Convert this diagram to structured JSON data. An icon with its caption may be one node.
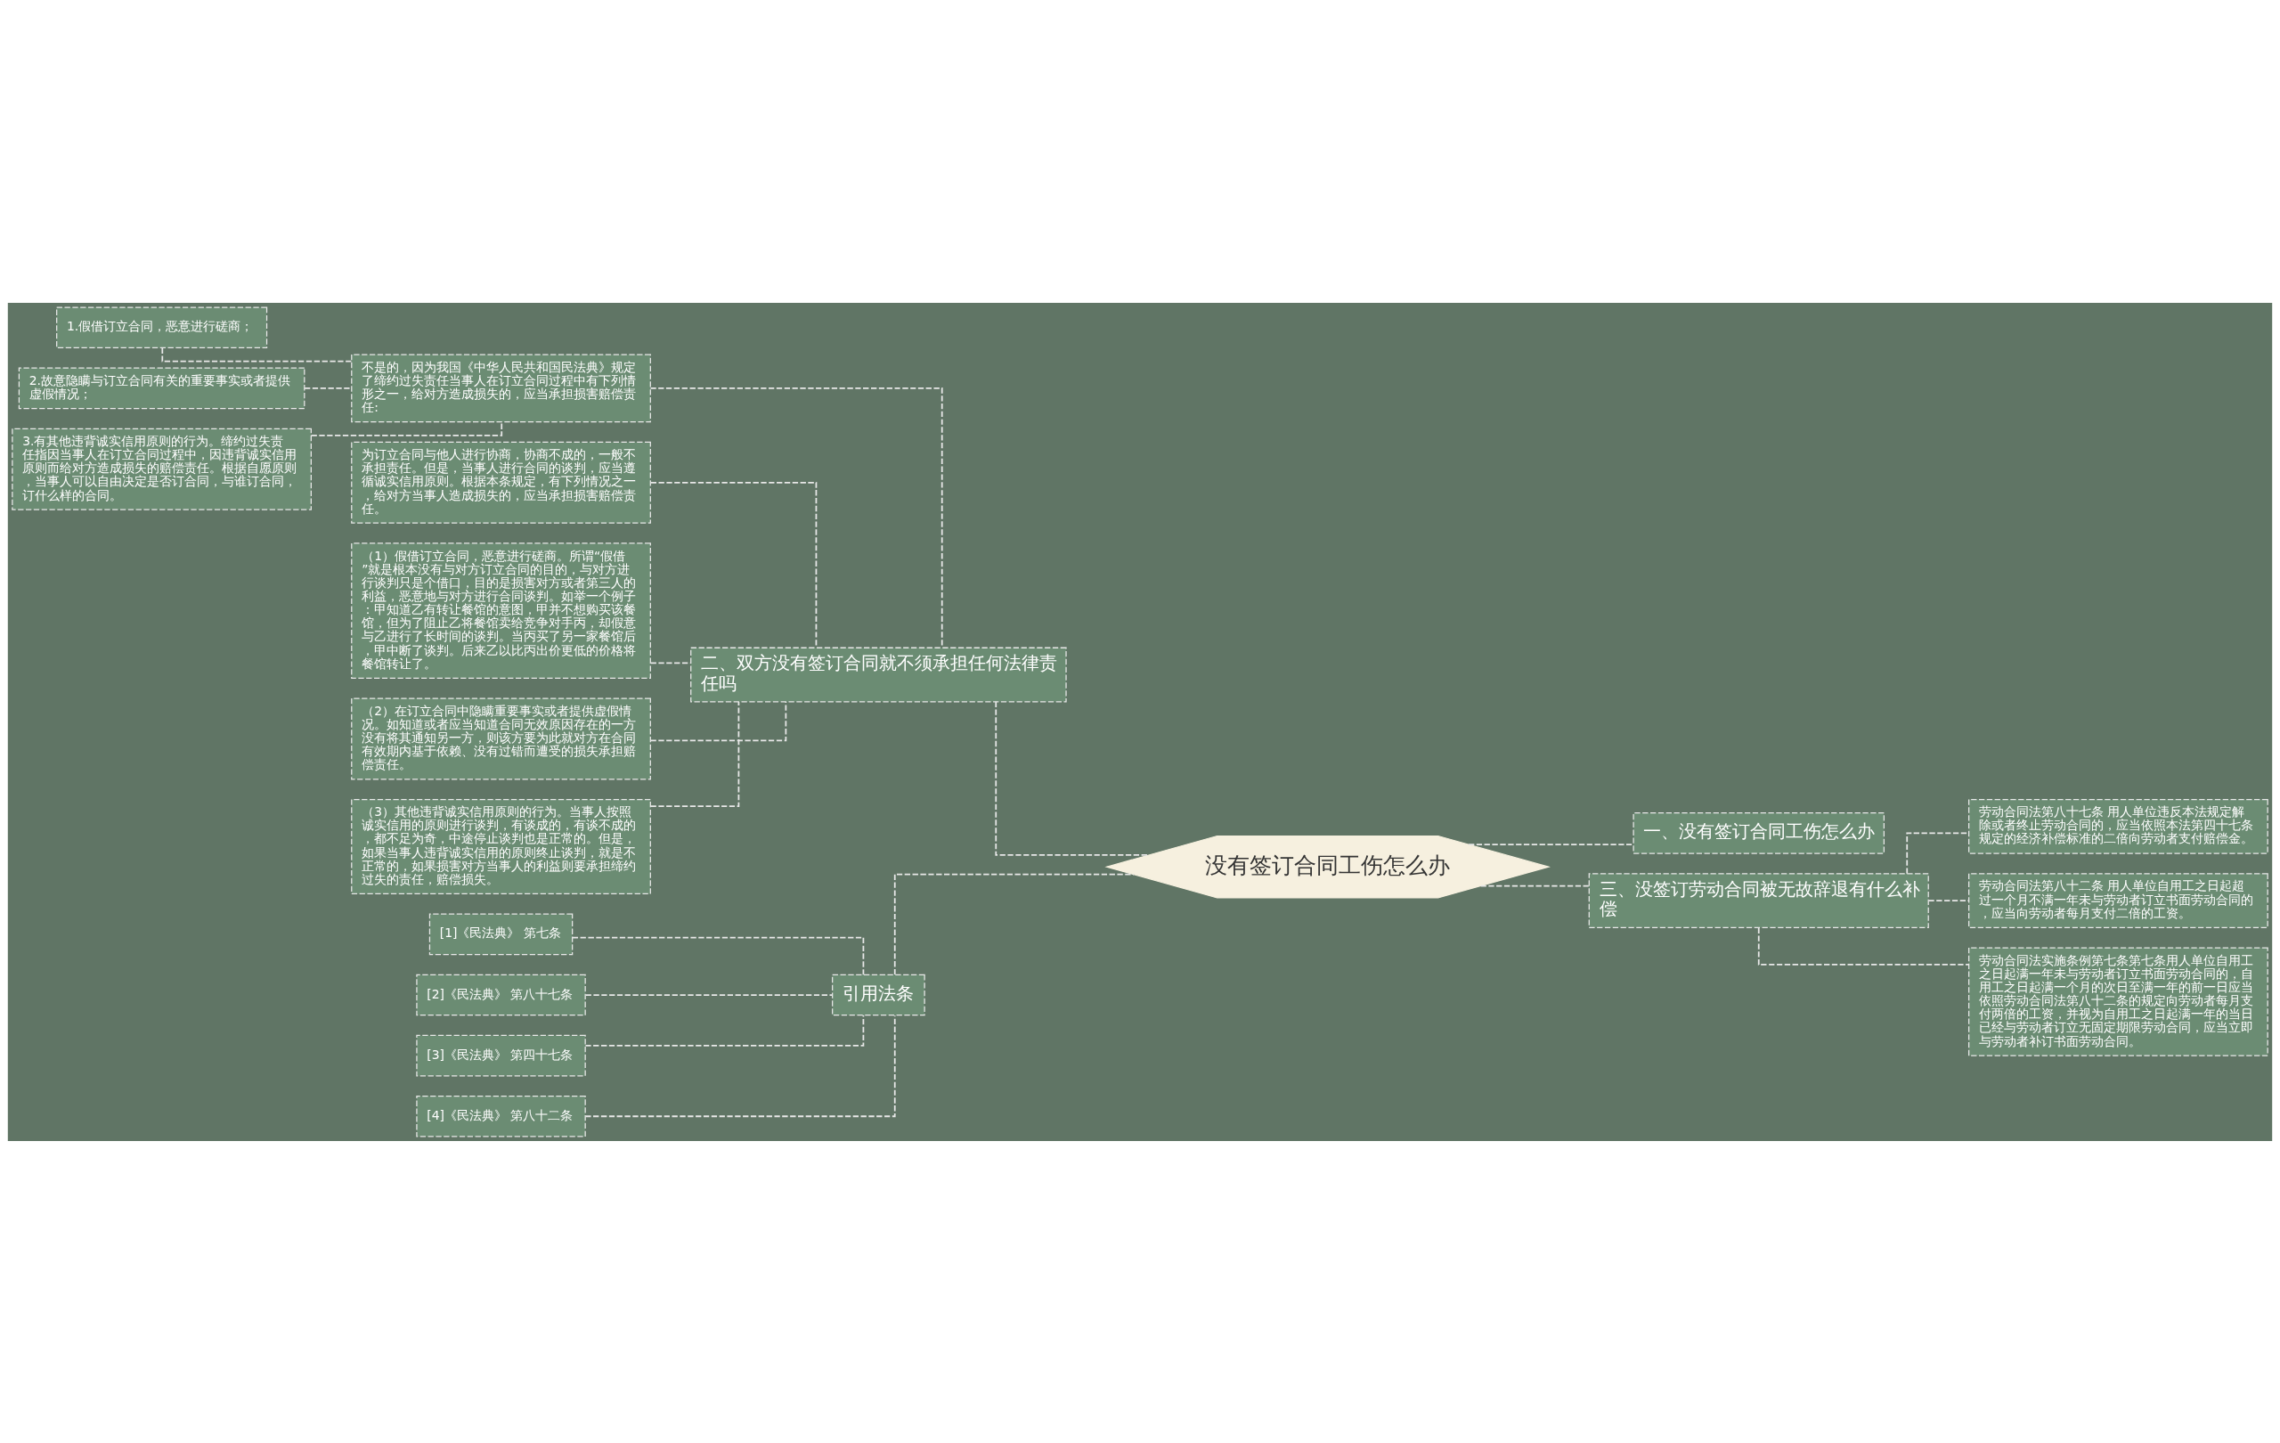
{
  "diagram": {
    "nodes": [
      {
        "text": [
          "没有签订合同工伤怎么办"
        ]
      },
      {
        "text": [
          "一、没有签订合同工伤怎么办"
        ]
      },
      {
        "text": [
          "三、没签订劳动合同被无故辞退有什么补偿"
        ]
      },
      {
        "text": [
          "劳动合同法第八十七条 用人单位违反本法规定解除或者终止劳动合同的，应当依照本法第四十七条规定的经济补偿标准的二倍向劳动者支付赔偿金。"
        ]
      },
      {
        "text": [
          "劳动合同法第八十二条 用人单位自用工之日起超过一个月不满一年未与劳动者订立书面劳动合同的，应当向劳动者每月支付二倍的工资。"
        ]
      },
      {
        "text": [
          "劳动合同法实施条例第七条第七条用人单位自用工之日起满一年未与劳动者订立书面劳动合同的，自用工之日起满一个月的次日至满一年的前一日应当依照劳动合同法第八十二条的规定向劳动者每月支付两倍的工资，并视为自用工之日起满一年的当日已经与劳动者订立无固定期限劳动合同，应当立即与劳动者补订书面劳动合同。"
        ]
      },
      {
        "text": [
          "二、双方没有签订合同就不须承担任何法律责任吗"
        ]
      },
      {
        "text": [
          "不是的，因为我国《中华人民共和国民法典》规定了缔约过失责任当事人在订立合同过程中有下列情形之一，给对方造成损失的，应当承担损害赔偿责任:"
        ]
      },
      {
        "text": [
          "1.假借订立合同，恶意进行磋商；"
        ]
      },
      {
        "text": [
          "2.故意隐瞒与订立合同有关的重要事实或者提供虚假情况；"
        ]
      },
      {
        "text": [
          "3.有其他违背诚实信用原则的行为。缔约过失责任指因当事人在订立合同过程中，因违背诚实信用原则而给对方造成损失的赔偿责任。根据自愿原则，当事人可以自由决定是否订合同，与谁订合同，订什么样的合同。"
        ]
      },
      {
        "text": [
          "为订立合同与他人进行协商，协商不成的，一般不承担责任。但是，当事人进行合同的谈判，应当遵循诚实信用原则。根据本条规定，有下列情况之一，给对方当事人造成损失的，应当承担损害赔偿责任。"
        ]
      },
      {
        "text": [
          "（1）假借订立合同，恶意进行磋商。所谓“假借”就是根本没有与对方订立合同的目的，与对方进行谈判只是个借口，目的是损害对方或者第三人的利益，恶意地与对方进行合同谈判。如举一个例子：甲知道乙有转让餐馆的意图，甲并不想购买该餐馆，但为了阻止乙将餐馆卖给竞争对手丙，却假意与乙进行了长时间的谈判。当丙买了另一家餐馆后，甲中断了谈判。后来乙以比丙出价更低的价格将餐馆转让了。"
        ]
      },
      {
        "text": [
          "（2）在订立合同中隐瞒重要事实或者提供虚假情况。如知道或者应当知道合同无效原因存在的一方没有将其通知另一方，则该方要为此就对方在合同有效期内基于依赖、没有过错而遭受的损失承担赔偿责任。"
        ]
      },
      {
        "text": [
          "（3）其他违背诚实信用原则的行为。当事人按照诚实信用的原则进行谈判，有谈成的，有谈不成的，都不足为奇，中途停止谈判也是正常的。但是，如果当事人违背诚实信用的原则终止谈判，就是不正常的，如果损害对方当事人的利益则要承担缔约过失的责任，赔偿损失。"
        ]
      },
      {
        "text": [
          "引用法条"
        ]
      },
      {
        "text": [
          "[1]《民法典》 第七条"
        ]
      },
      {
        "text": [
          "[2]《民法典》 第八十七条"
        ]
      },
      {
        "text": [
          "[3]《民法典》 第四十七条"
        ]
      },
      {
        "text": [
          "[4]《民法典》 第八十二条"
        ]
      }
    ],
    "edges": [
      {
        "from": 0,
        "to": 1,
        "arrow": "none"
      },
      {
        "from": 0,
        "to": 2,
        "arrow": "none"
      },
      {
        "from": 2,
        "to": 3,
        "arrow": "none"
      },
      {
        "from": 2,
        "to": 4,
        "arrow": "none"
      },
      {
        "from": 2,
        "to": 5,
        "arrow": "none"
      },
      {
        "from": 0,
        "to": 6,
        "arrow": "none"
      },
      {
        "from": 6,
        "to": 7,
        "arrow": "none"
      },
      {
        "from": 7,
        "to": 8,
        "arrow": "none"
      },
      {
        "from": 7,
        "to": 9,
        "arrow": "none"
      },
      {
        "from": 7,
        "to": 10,
        "arrow": "none"
      },
      {
        "from": 6,
        "to": 11,
        "arrow": "none"
      },
      {
        "from": 6,
        "to": 12,
        "arrow": "none"
      },
      {
        "from": 6,
        "to": 13,
        "arrow": "none"
      },
      {
        "from": 6,
        "to": 14,
        "arrow": "none"
      },
      {
        "from": 0,
        "to": 15,
        "arrow": "none"
      },
      {
        "from": 15,
        "to": 16,
        "arrow": "none"
      },
      {
        "from": 15,
        "to": 17,
        "arrow": "none"
      },
      {
        "from": 15,
        "to": 18,
        "arrow": "none"
      },
      {
        "from": 15,
        "to": 19,
        "arrow": "none"
      }
    ]
  }
}
